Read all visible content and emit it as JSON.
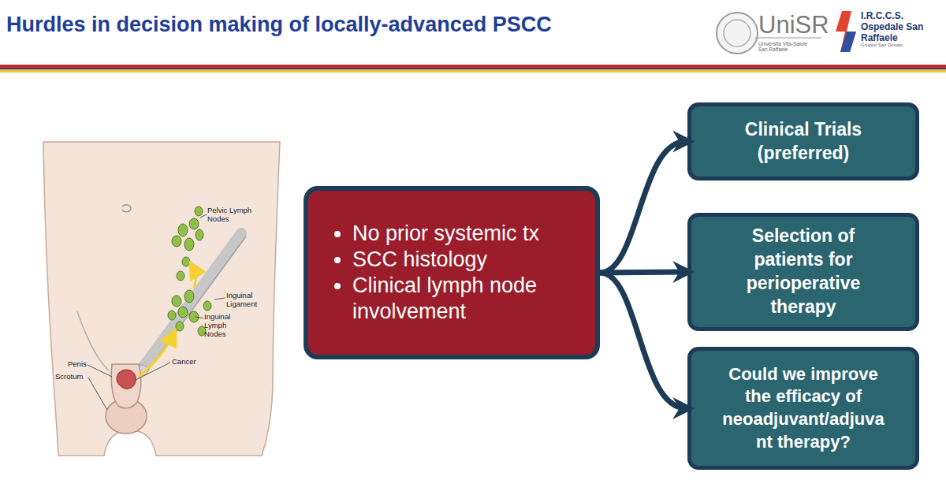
{
  "diagram": {
    "title": "Hurdles in decision making of locally-advanced PSCC",
    "nodes": [
      {
        "text": [
          "No prior systemic tx",
          "SCC histology",
          "Clinical lymph node involvement"
        ]
      },
      {
        "text": [
          "Clinical Trials (preferred)"
        ]
      },
      {
        "text": [
          "Selection of patients for perioperative therapy"
        ]
      },
      {
        "text": [
          "Could we improve the efficacy of neoadjuvant/adjuvant therapy?"
        ]
      }
    ],
    "edges": [
      {
        "from": 0,
        "to": 1,
        "arrow": "to"
      },
      {
        "from": 0,
        "to": 2,
        "arrow": "to"
      },
      {
        "from": 0,
        "to": 3,
        "arrow": "to"
      }
    ],
    "labels": [
      "UniSR",
      "Università Vita-Salute San Raffaele",
      "I.R.C.C.S. Ospedale San Raffaele",
      "Gruppo San Donato",
      "Pelvic Lymph Nodes",
      "Inguinal Ligament",
      "Inguinal Lymph Nodes",
      "Penis",
      "Scrotum",
      "Cancer"
    ]
  }
}
